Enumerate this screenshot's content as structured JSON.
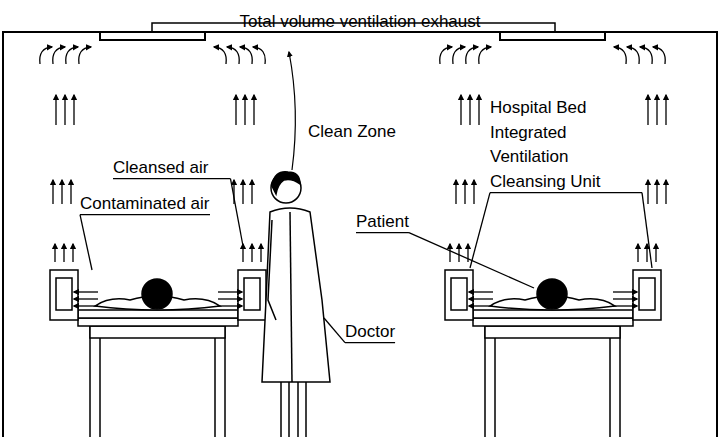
{
  "diagram": {
    "labels": [
      "Total volume ventilation exhaust",
      "Clean Zone",
      "Cleansed air",
      "Contaminated air",
      "Hospital Bed Integrated Ventilation Cleansing Unit",
      "Patient",
      "Doctor"
    ]
  }
}
